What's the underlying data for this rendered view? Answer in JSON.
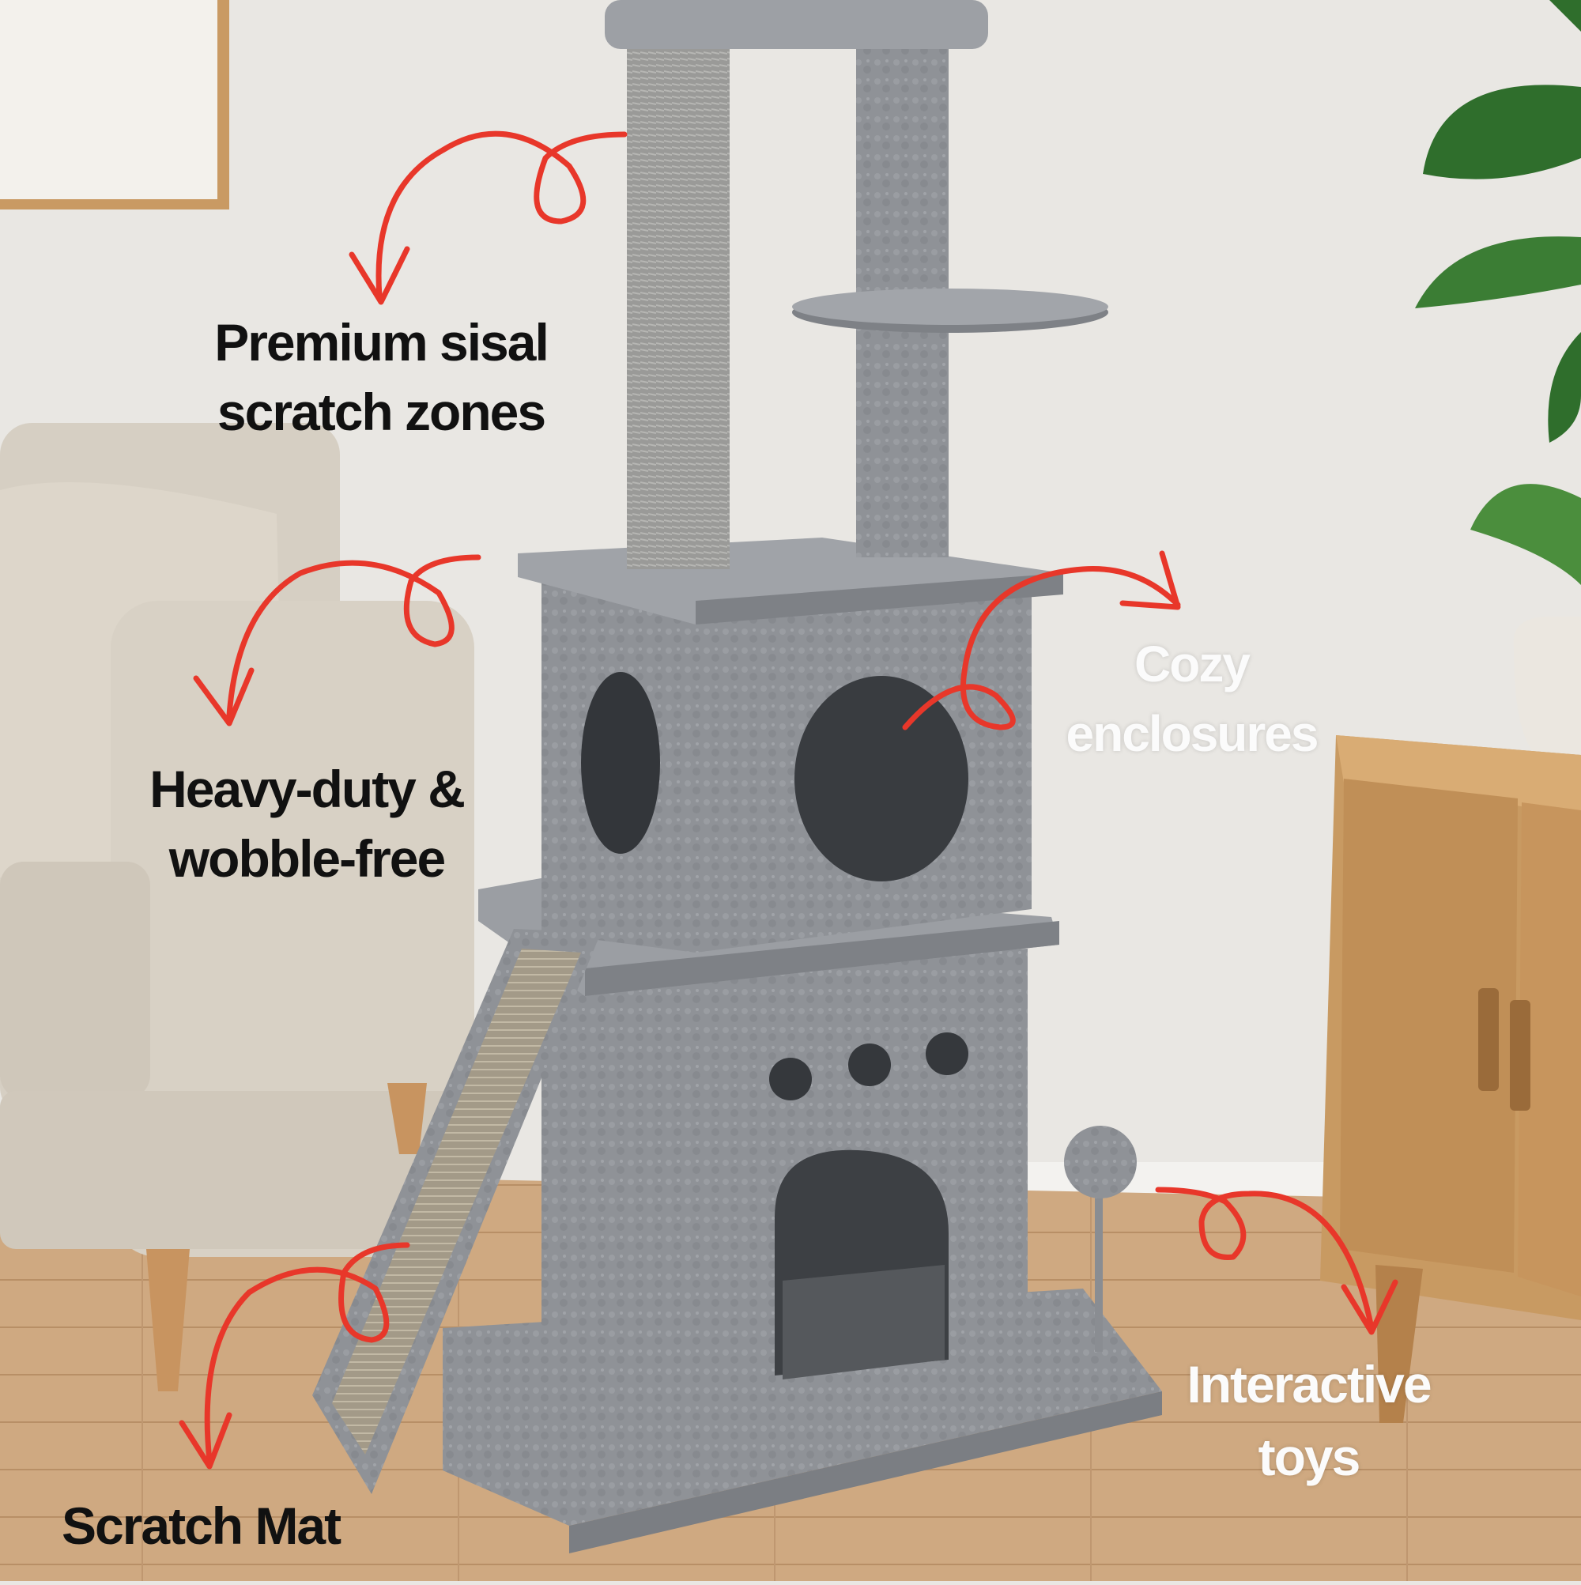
{
  "annotations": {
    "sisal": {
      "line1": "Premium sisal",
      "line2": "scratch zones"
    },
    "heavy_duty": {
      "line1": "Heavy-duty &",
      "line2": "wobble-free"
    },
    "cozy": {
      "line1": "Cozy",
      "line2": "enclosures"
    },
    "interactive": {
      "line1": "Interactive",
      "line2": "toys"
    },
    "scratch_mat": {
      "line1": "Scratch Mat"
    }
  },
  "colors": {
    "arrow": "#e8372a",
    "wall": "#e9e7e3",
    "floor": "#cfa981",
    "carpet": "#8e9196",
    "sofa": "#d8d1c5",
    "cabinet": "#c89a62"
  }
}
